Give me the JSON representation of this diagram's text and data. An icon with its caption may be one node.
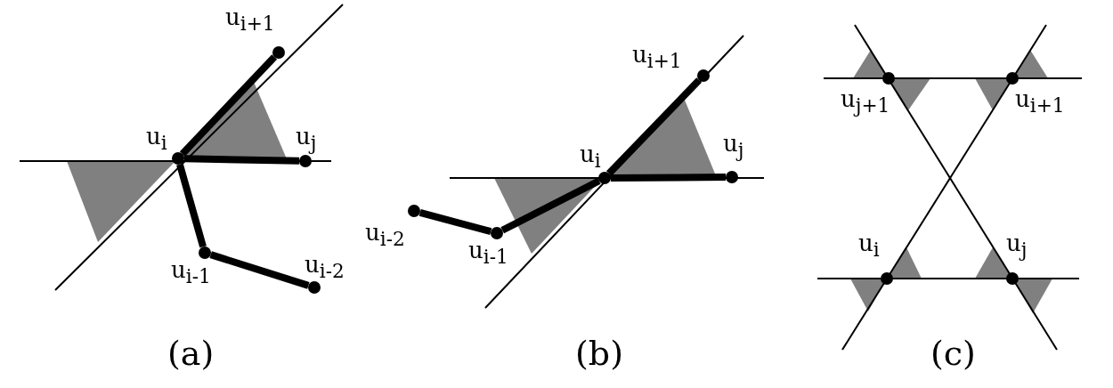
{
  "diagram": {
    "nodes": [
      {
        "text": [],
        "shape": "circle",
        "beside": [
          "u$_{i+1}$"
        ]
      },
      {
        "text": [],
        "shape": "circle",
        "beside": [
          "u$_{i}$"
        ]
      },
      {
        "text": [],
        "shape": "circle",
        "beside": [
          "u$_{j}$"
        ]
      },
      {
        "text": [],
        "shape": "circle",
        "beside": [
          "u$_{i-1}$"
        ]
      },
      {
        "text": [],
        "shape": "circle",
        "beside": [
          "u$_{i-2}$"
        ]
      },
      {
        "text": [],
        "shape": "circle",
        "beside": [
          "u$_{i+1}$"
        ]
      },
      {
        "text": [],
        "shape": "circle",
        "beside": [
          "u$_{i}$"
        ]
      },
      {
        "text": [],
        "shape": "circle",
        "beside": [
          "u$_{j}$"
        ]
      },
      {
        "text": [],
        "shape": "circle",
        "beside": [
          "u$_{i-2}$"
        ]
      },
      {
        "text": [],
        "shape": "circle",
        "beside": [
          "u$_{i-1}$"
        ]
      },
      {
        "text": [],
        "shape": "circle",
        "beside": [
          "u$_{j+1}$"
        ]
      },
      {
        "text": [],
        "shape": "circle",
        "beside": [
          "u$_{i+1}$"
        ]
      },
      {
        "text": [],
        "shape": "circle",
        "beside": [
          "u$_{i}$"
        ]
      },
      {
        "text": [],
        "shape": "circle",
        "beside": [
          "u$_{j}$"
        ]
      }
    ],
    "edges": [
      {
        "from": 0,
        "to": 1,
        "arrow": "none"
      },
      {
        "from": 1,
        "to": 2,
        "arrow": "none"
      },
      {
        "from": 1,
        "to": 3,
        "arrow": "none"
      },
      {
        "from": 3,
        "to": 4,
        "arrow": "none"
      },
      {
        "from": 5,
        "to": 6,
        "arrow": "none"
      },
      {
        "from": 6,
        "to": 7,
        "arrow": "none"
      },
      {
        "from": 6,
        "to": 9,
        "arrow": "none"
      },
      {
        "from": 9,
        "to": 8,
        "arrow": "none"
      }
    ],
    "labels": [
      "(a)",
      "(b)",
      "(c)"
    ]
  }
}
